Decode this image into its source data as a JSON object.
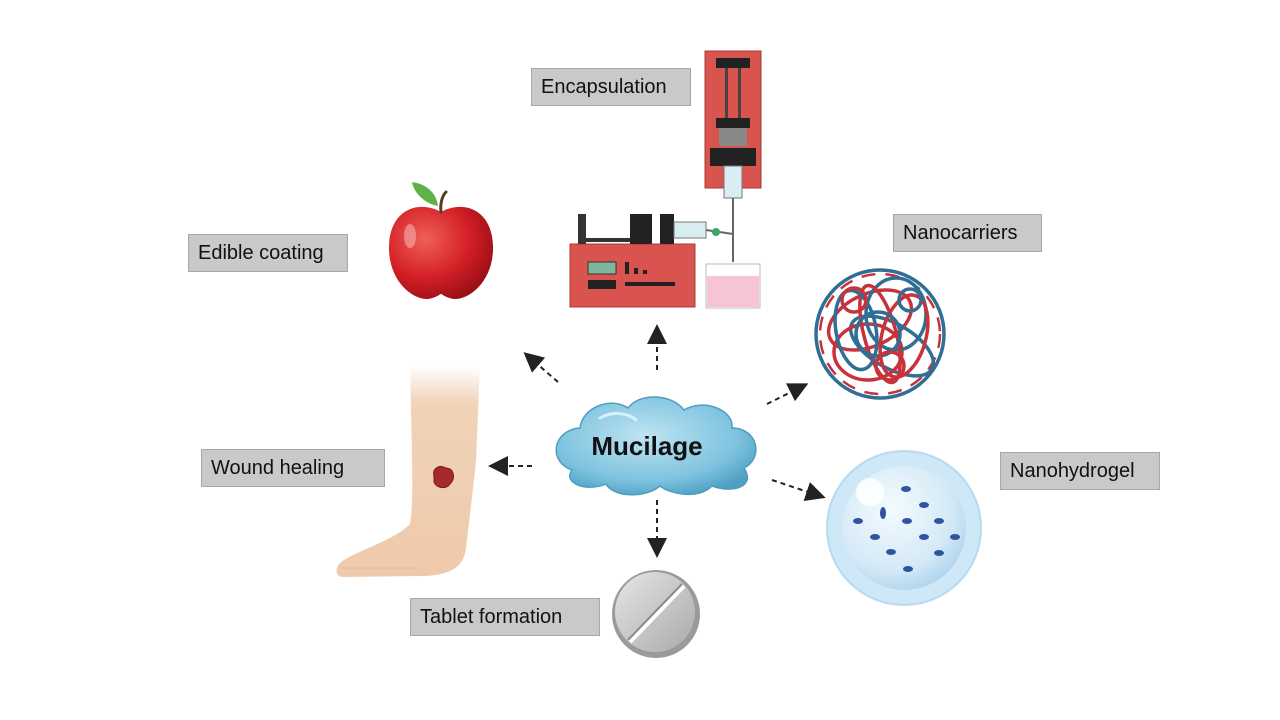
{
  "center": {
    "label": "Mucilage"
  },
  "applications": [
    {
      "id": "encapsulation",
      "label": "Encapsulation"
    },
    {
      "id": "edible-coating",
      "label": "Edible coating"
    },
    {
      "id": "nanocarriers",
      "label": "Nanocarriers"
    },
    {
      "id": "wound-healing",
      "label": "Wound healing"
    },
    {
      "id": "nanohydrogel",
      "label": "Nanohydrogel"
    },
    {
      "id": "tablet-formation",
      "label": "Tablet formation"
    }
  ],
  "colors": {
    "label_bg": "#c9c9c9",
    "cloud": "#7ec3df",
    "apple": "#d41f26",
    "pump": "#d9534f",
    "strand_red": "#c8323a",
    "strand_blue": "#2f6e96",
    "hydrogel": "#cfe8f7",
    "tablet": "#c8c8c8",
    "skin": "#f1d3b8"
  },
  "icons": [
    "syringe-pump-icon",
    "apple-icon",
    "nanocarrier-ball-icon",
    "leg-wound-icon",
    "hydrogel-sphere-icon",
    "tablet-icon"
  ]
}
